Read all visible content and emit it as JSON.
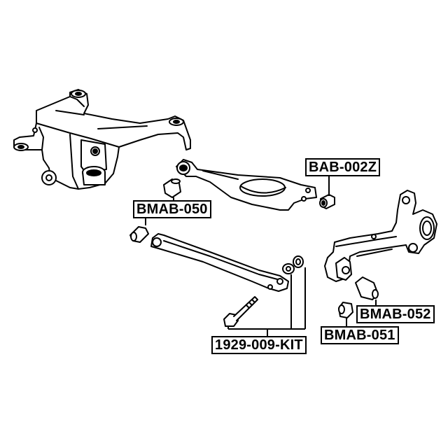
{
  "diagram": {
    "type": "exploded parts diagram",
    "subject": "rear suspension assembly with bushing part numbers",
    "components": [
      {
        "name": "rear subframe",
        "id": "subframe"
      },
      {
        "name": "lower control arm",
        "id": "lower-arm"
      },
      {
        "name": "trailing / lateral link arm",
        "id": "lateral-link"
      },
      {
        "name": "rear knuckle / hub carrier",
        "id": "knuckle"
      },
      {
        "name": "bolt with washers",
        "id": "bolt-kit"
      }
    ],
    "labels": [
      {
        "id": "bab-002z",
        "text": "BAB-002Z"
      },
      {
        "id": "bmab-050",
        "text": "BMAB-050"
      },
      {
        "id": "bmab-052",
        "text": "BMAB-052"
      },
      {
        "id": "bmab-051",
        "text": "BMAB-051"
      },
      {
        "id": "kit",
        "text": "1929-009-KIT"
      }
    ]
  }
}
